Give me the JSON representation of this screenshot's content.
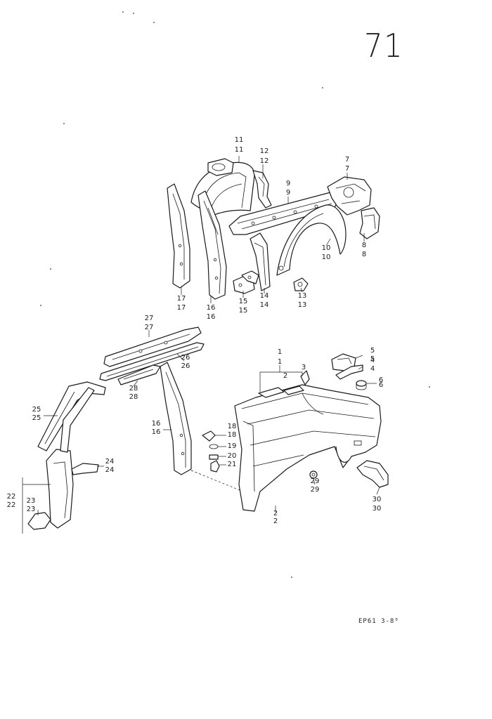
{
  "page_number": "71",
  "footer_code": "EP61 3-8⁰",
  "callouts": [
    {
      "id": "p11",
      "label": "11",
      "label2": "11"
    },
    {
      "id": "p12",
      "label": "12",
      "label2": "12"
    },
    {
      "id": "p9",
      "label": "9",
      "label2": "9"
    },
    {
      "id": "p7",
      "label": "7",
      "label2": "7"
    },
    {
      "id": "p8",
      "label": "8",
      "label2": "8"
    },
    {
      "id": "p10",
      "label": "10",
      "label2": "10"
    },
    {
      "id": "p17",
      "label": "17",
      "label2": "17"
    },
    {
      "id": "p16a",
      "label": "16",
      "label2": "16"
    },
    {
      "id": "p15",
      "label": "15",
      "label2": "15"
    },
    {
      "id": "p14",
      "label": "14",
      "label2": "14"
    },
    {
      "id": "p13",
      "label": "13",
      "label2": "13"
    },
    {
      "id": "p27",
      "label": "27",
      "label2": "27"
    },
    {
      "id": "p26",
      "label": "26",
      "label2": "26"
    },
    {
      "id": "p28",
      "label": "28",
      "label2": "28"
    },
    {
      "id": "p25",
      "label": "25",
      "label2": "25"
    },
    {
      "id": "p16b",
      "label": "16",
      "label2": "16"
    },
    {
      "id": "p24",
      "label": "24",
      "label2": "24"
    },
    {
      "id": "p22",
      "label": "22",
      "label2": "22"
    },
    {
      "id": "p23",
      "label": "23",
      "label2": "23"
    },
    {
      "id": "p18",
      "label": "18",
      "label2": "18"
    },
    {
      "id": "p19",
      "label": "19",
      "label2": ""
    },
    {
      "id": "p20",
      "label": "20",
      "label2": ""
    },
    {
      "id": "p21",
      "label": "21",
      "label2": ""
    },
    {
      "id": "p1",
      "label": "1",
      "label2": "1"
    },
    {
      "id": "p2a",
      "label": "2",
      "label2": ""
    },
    {
      "id": "p3",
      "label": "3",
      "label2": ""
    },
    {
      "id": "p5",
      "label": "5",
      "label2": "5"
    },
    {
      "id": "p4",
      "label": "4",
      "label2": "4"
    },
    {
      "id": "p6",
      "label": "6",
      "label2": "6"
    },
    {
      "id": "p29",
      "label": "29",
      "label2": "29"
    },
    {
      "id": "p30",
      "label": "30",
      "label2": "30"
    },
    {
      "id": "p2b",
      "label": "2",
      "label2": "2"
    }
  ]
}
